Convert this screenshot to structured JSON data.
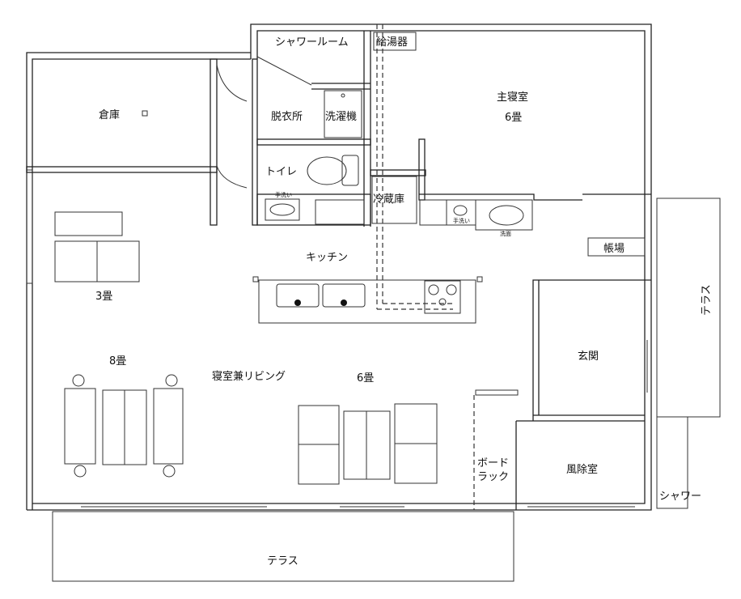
{
  "rooms": {
    "storage": "倉庫",
    "shower_room": "シャワールーム",
    "water_heater": "給湯器",
    "dressing_room": "脱衣所",
    "washing_machine": "洗濯機",
    "toilet": "トイレ",
    "hand_wash_1": "手洗い",
    "refrigerator": "冷蔵庫",
    "hand_wash_2": "手洗い",
    "washbasin": "洗面",
    "master_bedroom": "主寝室",
    "master_bedroom_size": "6畳",
    "reception": "帳場",
    "kitchen": "キッチン",
    "size_3": "3畳",
    "size_8": "8畳",
    "bed_living": "寝室兼リビング",
    "size_6": "6畳",
    "entrance": "玄関",
    "board_rack_1": "ボード",
    "board_rack_2": "ラック",
    "windbreak_room": "風除室",
    "terrace_bottom": "テラス",
    "terrace_right": "テラス",
    "outdoor_shower": "シャワー"
  }
}
